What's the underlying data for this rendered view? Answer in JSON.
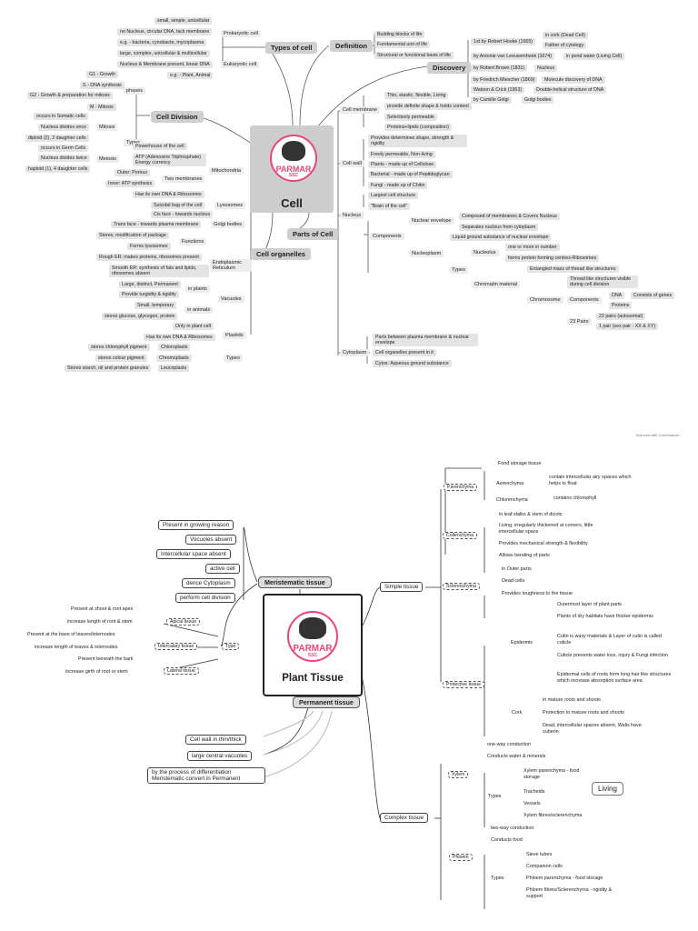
{
  "cell_map": {
    "center_title": "Cell",
    "logo_text": "PARMAR",
    "logo_sub": "SSC",
    "branches": {
      "types": "Types of cell",
      "definition": "Definition",
      "discovery": "Discovery",
      "division": "Cell Division",
      "parts": "Parts of Cell",
      "organelles": "Cell organelles"
    },
    "types_of_cell": {
      "prokaryotic": "Prokaryotic cell",
      "prok_items": [
        "small, simple, unicellular",
        "no Nucleus, circular DNA, lack membrane",
        "e.g. - bacteria, cynobacte, mycoplasma"
      ],
      "eukaryotic": "Eukaryotic cell",
      "euk_items": [
        "large, complex, unicellular & multicellular",
        "Nucleus & Membrane present, linear DNA",
        "e.g. - Plant, Animal"
      ]
    },
    "definition_items": [
      "Building blocks of life",
      "Fundamental unit of life",
      "Structural or functional basis of life"
    ],
    "discovery_items": [
      {
        "by": "1st by Robert Hooke (1665)",
        "notes": [
          "in cork (Dead Cell)",
          "Father of cytology"
        ]
      },
      {
        "by": "by Antonie van Leeuwenhoek (1674)",
        "notes": [
          "in pond water (Living Cell)"
        ]
      },
      {
        "by": "by Robert Brown (1831)",
        "notes": [
          "Nucleus"
        ]
      },
      {
        "by": "by Friedrich Miescher (1869)",
        "notes": [
          "Molecule discovery of DNA"
        ]
      },
      {
        "by": "Watson & Crick (1953)",
        "notes": [
          "Double-helical structure of DNA"
        ]
      },
      {
        "by": "by Camillo Golgi",
        "notes": [
          "Golgi bodies"
        ]
      }
    ],
    "division": {
      "phases": "phases",
      "phase_items": [
        "G1 - Growth",
        "S - DNA synthesis",
        "G2 - Growth & preparation for mitosis",
        "M - Mitosis"
      ],
      "types": "Types",
      "mitosis": "Mitosis",
      "mitosis_items": [
        "occurs in Somatic cells",
        "Nucleus divides once",
        "diploid (2), 2 daughter cells"
      ],
      "meiosis": "Meiosis",
      "meiosis_items": [
        "occurs in Germ Cells",
        "Nucleus divides twice",
        "haploid (1), 4 daughter cells"
      ]
    },
    "organelles": {
      "mito": "Mitochondria",
      "mito_items": [
        "Powerhouse of the cell",
        "ATP (Adenosine Triphosphate) Energy currency",
        "Has its own DNA & Ribosomes"
      ],
      "two_membranes": "Two membranes",
      "tm_items": [
        "Outer: Porous",
        "Inner: ATP synthesis"
      ],
      "lysosomes": "Lysosomes",
      "lyso_item": "Suicidal bag of the cell",
      "golgi": "Golgi bodies",
      "golgi_items": [
        "Cis face - towards nucleus",
        "Trans face - towards plasma membrane"
      ],
      "functions": "Functions",
      "func_items": [
        "Stores, modification of package",
        "Forms lysosomes"
      ],
      "er": "Endoplasmic Reticulum",
      "er_items": [
        "Rough ER: makes proteins, ribosomes present",
        "Smooth ER: synthesis of fats and lipids, ribosomes absent"
      ],
      "vacuoles": "Vacuoles",
      "in_plants": "in plants",
      "plant_items": [
        "Large, distinct, Permanent",
        "Provide turgidity & rigidity"
      ],
      "in_animals": "in animals",
      "animal_items": [
        "Small, temporary"
      ],
      "vac_store": "stores glucose, glycogen, protein",
      "plastids": "Plastids",
      "plast_items": [
        "Only in plant cell",
        "Has its own DNA & Ribosomes"
      ],
      "plast_types": "Types",
      "plast_type_items": [
        {
          "desc": "stores chlorophyll pigment",
          "name": "Chloroplasts"
        },
        {
          "desc": "stores colour pigment",
          "name": "Chromoplasts"
        },
        {
          "desc": "Stores starch, oil and protein granules",
          "name": "Leucoplasts"
        }
      ]
    },
    "parts": {
      "membrane": "Cell membrane",
      "membrane_items": [
        "Thin, elastic, flexible, Living",
        "provide definite shape & holds content",
        "Selectively permeable",
        "Proteins+lipids (composition)"
      ],
      "wall": "Cell wall",
      "wall_items": [
        "Provides determines shape, strength & rigidity",
        "Freely permeable, Non-living",
        "Plants - made up of Cellulose",
        "Bacterial - made up of Peptidoglycan",
        "Fungi - made up of Chitin"
      ],
      "nucleus": "Nucleus",
      "nucleus_items": [
        "Largest cell structure",
        "\"Brain of the cell\""
      ],
      "components": "Components",
      "envelope": "Nuclear envelope",
      "envelope_items": [
        "Composed of membranes & Covers Nucleus",
        "Separates nucleus from cytoplasm"
      ],
      "nucleoplasm": "Nucleoplasm",
      "nucleoplasm_item": "Liquid ground substance of nuclear envelope",
      "np_types": "Types",
      "nucleolus": "Nucleolus",
      "nucleolus_items": [
        "one or more in number",
        "forms protein forming centres-Ribosomes"
      ],
      "chromatin": "Chromatin material",
      "chromatin_item": "Entangled mass of thread like structures",
      "chromosome": "Chromosome",
      "chromosome_item": "Thread like structures visible during cell division",
      "chr_components": "Components",
      "dna": "DNA",
      "dna_item": "Consists of genes",
      "proteins": "Proteins",
      "pairs": "23 Pairs",
      "pairs_items": [
        "22 pairs (autosomal)",
        "1 pair (sex pair - XX & XY)"
      ],
      "cytoplasm": "Cytoplasm",
      "cyto_items": [
        "Parts between plasma membrane & nuclear envelope",
        "Cell organelles present in it",
        "Cytos: Aqueous ground substance"
      ]
    }
  },
  "scan_note": "Scanned with CamScanner",
  "tissue_map": {
    "center_title": "Plant Tissue",
    "logo_text": "PARMAR",
    "logo_sub": "SSC",
    "meristematic": "Meristematic tissue",
    "mer_items": [
      "Present in growing reason",
      "Vocuoles absent",
      "Intercellular space absent",
      "active cell",
      "dence Cytoplasm",
      "perform cell division"
    ],
    "type": "Type",
    "apical": "Apical tissue",
    "apical_items": [
      "Present at shoot & root apex",
      "increase length of root & stem"
    ],
    "intercalary": "Intercalary tissue",
    "intercalary_items": [
      "Present at the base of leaves/internodes",
      "increase length of leaves & internodes"
    ],
    "lateral": "Lateral tissue",
    "lateral_items": [
      "Present beneath the bark",
      "increase girth of root or stem"
    ],
    "permanent": "Permanent tissue",
    "perm_items": [
      "Cell wall in thin/thick",
      "large central vacuoles",
      "by the process of differentiation Meristematic convert in Permanent"
    ],
    "simple": "Simple tissue",
    "parenchyma": "Parenchyma",
    "par_items": [
      "Food storage tissue"
    ],
    "aerenchyma": "Aerenchyma",
    "aerenchyma_desc": "contain intercellular airy spaces which helps to float",
    "chlorenchyma": "Chlorenchyma",
    "chlorenchyma_desc": "contains chlorophyll",
    "collenchyma": "Collenchyma",
    "col_items": [
      "in leaf stalks & stem of dicots",
      "Living, irregularly thickened at corners, little intercellular space",
      "Provides mechanical strength & flexibility",
      "Allows bending of parts"
    ],
    "sclerenchyma": "Sclerenchyma",
    "scl_items": [
      "in Outer parts",
      "Dead cells",
      "Provides toughness to the tissue"
    ],
    "protective": "Protective tissue",
    "epidermis": "Epidermis",
    "epi_items": [
      "Outermost layer of plant parts",
      "Plants of dry habitats have thicker epidermis",
      "Cutin is waxy materials & Layer of cutin is called cuticle",
      "Cuticle prevents water loss, injury & Fungi infection",
      "Epidermal cells of roots form long hair like structures which increase absorption surface area"
    ],
    "cork": "Cork",
    "cork_items": [
      "in mature roots and shoots",
      "Protection to mature roots and shoots",
      "Dead, intercellular spaces absent, Walls have suberin"
    ],
    "complex": "Complex tissue",
    "xylem": "Xylem",
    "xylem_items": [
      "one-way conduction",
      "Conducts water & minerals"
    ],
    "x_types": "Types",
    "x_type_items": [
      "Xylem parenchyma - food storage",
      "Tracheids",
      "Vessels",
      "Xylem fibres/sclerenchyma"
    ],
    "living": "Living",
    "phloem": "Phloem",
    "phloem_items": [
      "two-way conduction",
      "Conducts food"
    ],
    "p_types": "Types",
    "p_type_items": [
      "Sieve tubes",
      "Companion cells",
      "Phloem parenchyma - food storage",
      "Phloem fibres/Sclerenchyma - rigidity & support"
    ]
  }
}
